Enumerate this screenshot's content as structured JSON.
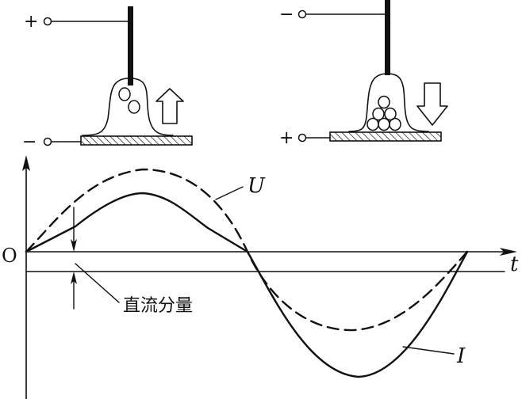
{
  "left_electrode": {
    "top_terminal": "+",
    "bottom_terminal": "−"
  },
  "right_electrode": {
    "top_terminal": "−",
    "bottom_terminal": "+"
  },
  "graph": {
    "origin_label": "O",
    "time_axis_label": "t",
    "voltage_curve_label": "U",
    "current_curve_label": "I",
    "dc_component_label": "直流分量"
  },
  "colors": {
    "ink": "#111111",
    "background": "#ffffff"
  }
}
